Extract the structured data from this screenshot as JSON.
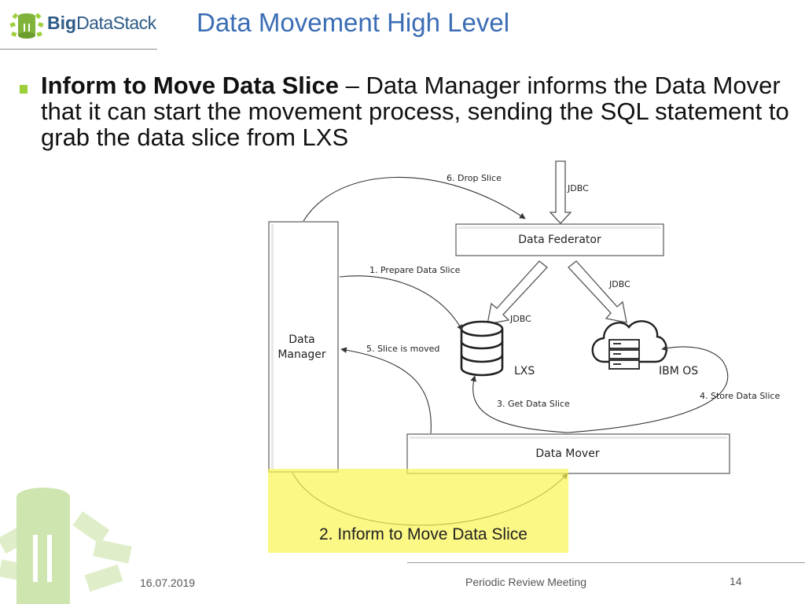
{
  "header": {
    "logo_big": "Big",
    "logo_rest": "DataStack",
    "title": "Data Movement High Level"
  },
  "bullet": {
    "lead": "Inform to Move Data Slice",
    "dash": " – ",
    "text": "Data Manager informs the Data Mover that it can start the movement process, sending the SQL statement to grab the data slice from LXS"
  },
  "diagram": {
    "data_manager_line1": "Data",
    "data_manager_line2": "Manager",
    "data_federator": "Data Federator",
    "data_mover": "Data Mover",
    "lxs": "LXS",
    "ibm_os": "IBM OS",
    "jdbc_top": "JDBC",
    "jdbc_left": "JDBC",
    "jdbc_right": "JDBC",
    "step1": "1. Prepare Data Slice",
    "step3": "3. Get Data Slice",
    "step4": "4. Store Data Slice",
    "step5": "5. Slice is moved",
    "step6": "6. Drop Slice",
    "highlight_label": "2. Inform to Move Data Slice"
  },
  "colors": {
    "accent_green": "#9ccf3a",
    "title_blue": "#3b6db4",
    "logo_blue": "#2d5b86",
    "highlight_yellow": "#f9f556"
  },
  "footer": {
    "date": "16.07.2019",
    "meeting": "Periodic Review Meeting",
    "page": "14"
  }
}
